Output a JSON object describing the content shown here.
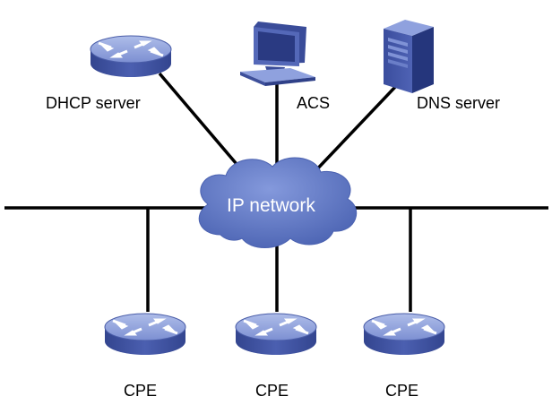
{
  "diagram": {
    "cloud": {
      "label": "IP network",
      "color": "#5a74c0"
    },
    "nodes": [
      {
        "id": "dhcp",
        "label": "DHCP server",
        "icon": "router-icon"
      },
      {
        "id": "acs",
        "label": "ACS",
        "icon": "computer-icon"
      },
      {
        "id": "dns",
        "label": "DNS server",
        "icon": "server-tower-icon"
      },
      {
        "id": "cpe1",
        "label": "CPE",
        "icon": "router-icon"
      },
      {
        "id": "cpe2",
        "label": "CPE",
        "icon": "router-icon"
      },
      {
        "id": "cpe3",
        "label": "CPE",
        "icon": "router-icon"
      }
    ],
    "colors": {
      "device_dark": "#3d4f9a",
      "device_mid": "#6b7fc9",
      "device_light": "#9eafe3",
      "line": "#000000"
    }
  }
}
